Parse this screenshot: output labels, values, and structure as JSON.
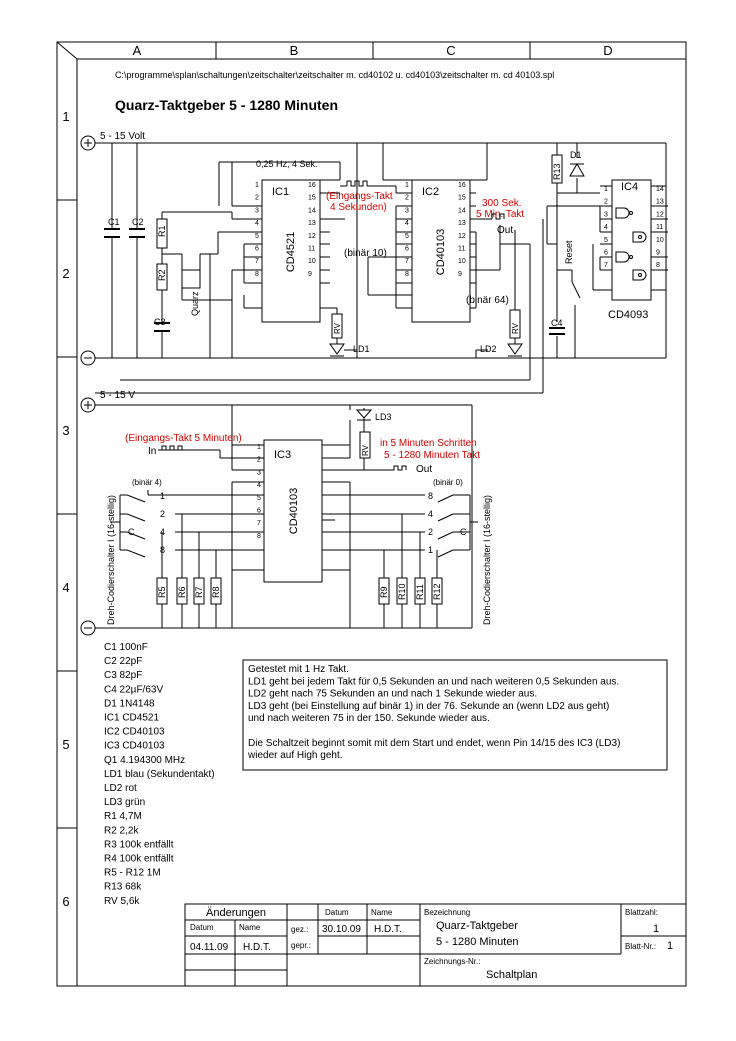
{
  "sheet": {
    "path": "C:\\programme\\splan\\schaltungen\\zeitschalter\\zeitschalter m. cd40102 u. cd40103\\zeitschalter m. cd 40103.spl",
    "title": "Quarz-Taktgeber 5 - 1280 Minuten",
    "columns": [
      "A",
      "B",
      "C",
      "D"
    ],
    "rows": [
      "1",
      "2",
      "3",
      "4",
      "5",
      "6"
    ]
  },
  "circuit": {
    "supply_top": "5 - 15 Volt",
    "supply_bottom": "5 - 15 V",
    "ic1": {
      "name": "IC1",
      "type": "CD4521"
    },
    "ic2": {
      "name": "IC2",
      "type": "CD40103"
    },
    "ic3": {
      "name": "IC3",
      "type": "CD40103"
    },
    "ic4": {
      "name": "IC4",
      "type": "CD4093"
    },
    "freq_label": "0,25 Hz, 4 Sek.",
    "input_clock_1": "(Eingangs-Takt\n4 Sekunden)",
    "out_300": "300 Sek.\n5 Min. Takt",
    "out_label": "Out",
    "binaer_10": "(binär 10)",
    "binaer_64": "(binär 64)",
    "reset": "Reset",
    "input_clock_2": "(Eingangs-Takt 5 Minuten)",
    "in_label": "In",
    "steps_note": "in 5 Minuten Schritten\n5 - 1280 Minuten Takt",
    "binaer_4": "(binär 4)",
    "binaer_0": "(binär 0)",
    "switch_label": "Dreh-Codierschalter I (16-stellig)",
    "parts": [
      "C1",
      "C2",
      "C3",
      "C4",
      "R1",
      "R2",
      "R5",
      "R6",
      "R7",
      "R8",
      "R9",
      "R10",
      "R11",
      "R12",
      "R13",
      "D1",
      "RV",
      "LD1",
      "LD2",
      "LD3",
      "Quarz"
    ]
  },
  "parts_list": [
    "C1  100nF",
    "C2  22pF",
    "C3  82pF",
    "C4  22µF/63V",
    "D1   1N4148",
    "IC1  CD4521",
    "IC2  CD40103",
    "IC3  CD40103",
    "Q1  4.194300 MHz",
    "LD1  blau (Sekundentakt)",
    "LD2  rot",
    "LD3  grün",
    "R1  4,7M",
    "R2  2,2k",
    "R3  100k entfällt",
    "R4  100k entfällt",
    "R5 - R12  1M",
    "R13  68k",
    "RV  5,6k"
  ],
  "notes": [
    "Getestet mit 1 Hz Takt.",
    "LD1 geht bei jedem Takt für 0,5 Sekunden an und nach weiteren 0,5 Sekunden aus.",
    "LD2 geht nach 75 Sekunden an und nach 1 Sekunde wieder aus.",
    "LD3 geht (bei Einstellung auf binär 1) in der 76. Sekunde an (wenn LD2 aus geht)",
    "und nach weiteren 75 in der 150. Sekunde wieder aus.",
    "",
    "Die Schaltzeit beginnt somit mit dem Start und endet, wenn Pin 14/15 des IC3 (LD3)",
    "wieder auf High geht."
  ],
  "title_block": {
    "changes_header": "Änderungen",
    "datum": "Datum",
    "name": "Name",
    "change_date": "04.11.09",
    "change_name": "H.D.T.",
    "gez_label": "gez.:",
    "gepr_label": "gepr.:",
    "gez_date": "30.10.09",
    "gez_name": "H.D.T.",
    "bezeichnung_label": "Bezeichnung",
    "bezeichnung_1": "Quarz-Taktgeber",
    "bezeichnung_2": "5 - 1280 Minuten",
    "blattzahl_label": "Blattzahl:",
    "blattzahl": "1",
    "blattnr_label": "Blatt-Nr.:",
    "blattnr": "1",
    "zeichnungsnr_label": "Zeichnungs-Nr.:",
    "zeichnungsnr": "Schaltplan"
  }
}
